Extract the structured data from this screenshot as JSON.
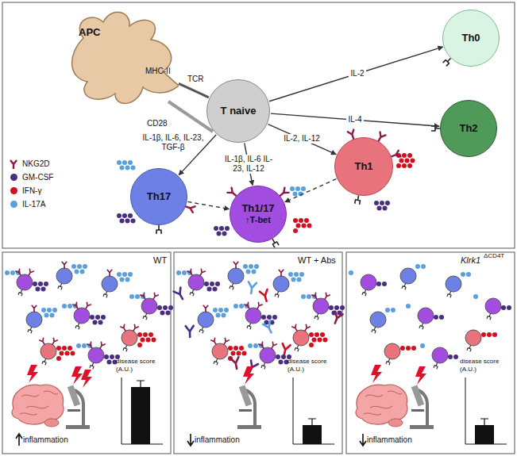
{
  "diagram": {
    "nodes": [
      {
        "text": [
          "APC"
        ]
      },
      {
        "text": [
          "Th0"
        ]
      },
      {
        "text": [
          "T naive"
        ]
      },
      {
        "text": [
          "Th2"
        ]
      },
      {
        "text": [
          "Th17"
        ]
      },
      {
        "text": [
          "Th1/17",
          "↑T-bet"
        ]
      },
      {
        "text": [
          "Th1"
        ]
      }
    ],
    "edges": [
      {
        "from": 0,
        "to": 2,
        "arrow": "none"
      },
      {
        "from": 2,
        "to": 1,
        "label": "IL-2",
        "arrow": "to"
      },
      {
        "from": 2,
        "to": 3,
        "label": "IL-4",
        "arrow": "to"
      },
      {
        "from": 2,
        "to": 4,
        "label": "IL-1β, IL-6, IL-23, TGF-β",
        "arrow": "to"
      },
      {
        "from": 2,
        "to": 5,
        "label": "IL-1β, IL-6 IL-23, IL-12",
        "arrow": "to"
      },
      {
        "from": 2,
        "to": 6,
        "label": "IL-2, IL-12",
        "arrow": "to"
      },
      {
        "from": 4,
        "to": 5,
        "arrow": "to"
      },
      {
        "from": 6,
        "to": 5,
        "arrow": "to"
      }
    ],
    "labels": [
      "MHC-II",
      "TCR",
      "CD28",
      "WT",
      "WT + Abs",
      "Klrk1",
      "ΔCD4T",
      "inflammation",
      "inflammation",
      "inflammation",
      "disease score (A.U.)",
      "disease score (A.U.)",
      "disease score (A.U.)"
    ],
    "legend": [
      {
        "text": "NKG2D"
      },
      {
        "text": "GM-CSF",
        "color": "#4a2c82"
      },
      {
        "text": "IFN-γ",
        "color": "#d0101e"
      },
      {
        "text": "IL-17A",
        "color": "#5aa0dc"
      }
    ]
  }
}
